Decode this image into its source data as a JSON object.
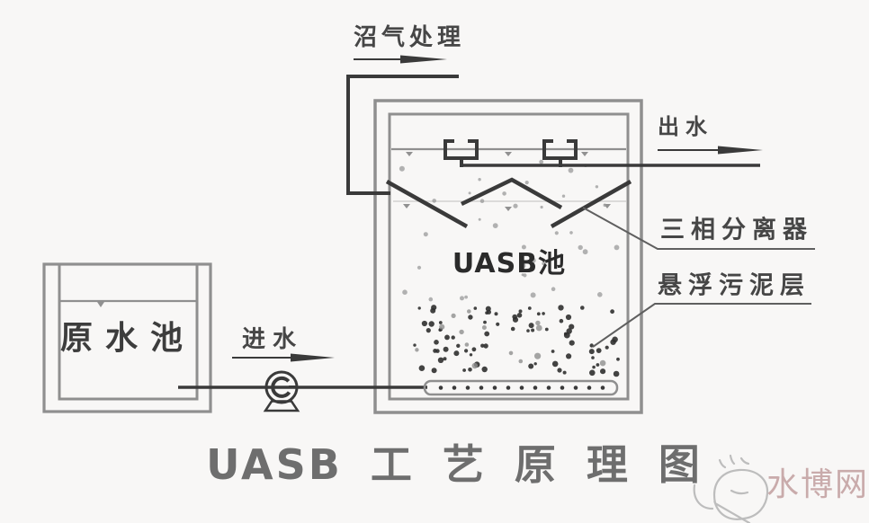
{
  "diagram": {
    "title": "UASB 工 艺 原 理 图",
    "labels": {
      "biogas": "沼气处理",
      "effluent": "出水",
      "separator": "三相分离器",
      "sludge_layer": "悬浮污泥层",
      "uasb_tank": "UASB池",
      "raw_water_tank": "原水池",
      "influent": "进水"
    },
    "watermark": {
      "text": "水博网",
      "color": "#c9abab"
    },
    "colors": {
      "background": "#f8f7f6",
      "tank_wall": "#8f8f8f",
      "pipe_dark": "#3a3a3a",
      "label_text": "#464646",
      "title_text": "#6e6e6e",
      "logo_sketch": "#bdbdbd",
      "leader": "#5f5f5f"
    }
  }
}
